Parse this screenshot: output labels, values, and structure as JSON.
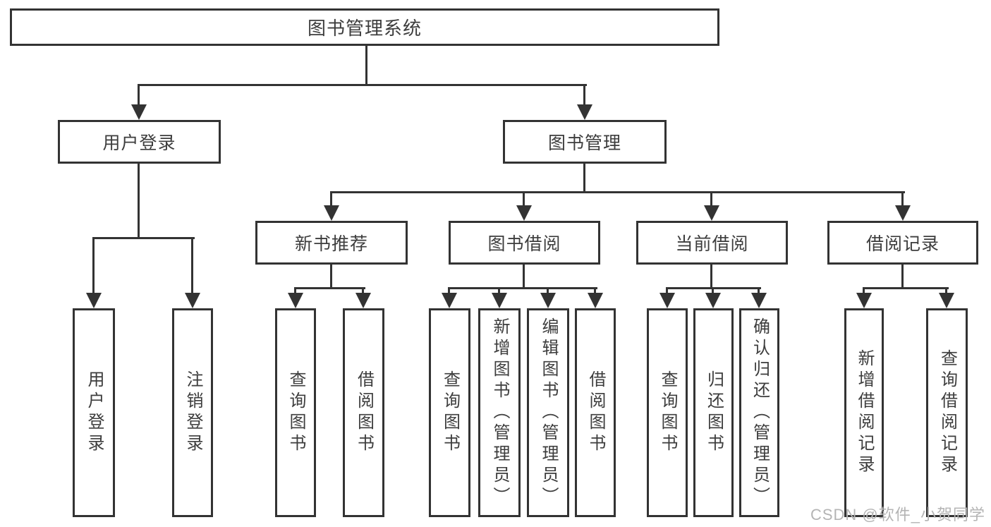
{
  "diagram": {
    "title": "图书管理系统",
    "root": {
      "label": "图书管理系统"
    },
    "level2": [
      {
        "label": "用户登录",
        "children": [
          {
            "label": "用户登录"
          },
          {
            "label": "注销登录"
          }
        ]
      },
      {
        "label": "图书管理",
        "children": [
          {
            "label": "新书推荐",
            "children": [
              {
                "label": "查询图书"
              },
              {
                "label": "借阅图书"
              }
            ]
          },
          {
            "label": "图书借阅",
            "children": [
              {
                "label": "查询图书"
              },
              {
                "label": "新增图书（管理员）"
              },
              {
                "label": "编辑图书（管理员）"
              },
              {
                "label": "借阅图书"
              }
            ]
          },
          {
            "label": "当前借阅",
            "children": [
              {
                "label": "查询图书"
              },
              {
                "label": "归还图书"
              },
              {
                "label": "确认归还（管理员）"
              }
            ]
          },
          {
            "label": "借阅记录",
            "children": [
              {
                "label": "新增借阅记录"
              },
              {
                "label": "查询借阅记录"
              }
            ]
          }
        ]
      }
    ],
    "watermark": "CSDN @软件_小贺同学",
    "colors": {
      "line": "#333333",
      "text": "#3d3d3d",
      "background": "#ffffff",
      "watermark": "#b4b4b4"
    }
  }
}
